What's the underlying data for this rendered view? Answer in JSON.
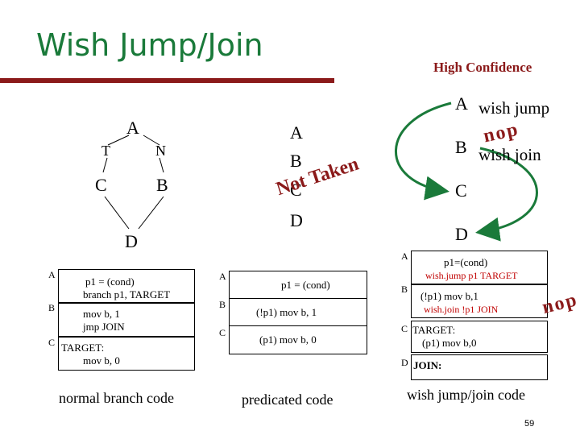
{
  "title": "Wish Jump/Join",
  "confidence": "High Confidence",
  "cfg": {
    "a": "A",
    "t": "T",
    "n": "N",
    "c": "C",
    "b": "B",
    "d": "D"
  },
  "pred_blocks": {
    "a": "A",
    "b": "B",
    "c": "C",
    "d": "D"
  },
  "not_taken": "Not Taken",
  "wish_blocks": {
    "a": "A",
    "b": "B",
    "c": "C",
    "d": "D"
  },
  "wish_jump_label": "wish jump",
  "wish_join_label": "wish join",
  "nop": "nop",
  "normal_code": {
    "label_a": "A",
    "line_a1": "p1 = (cond)",
    "line_a2": "branch p1, TARGET",
    "label_b": "B",
    "line_b1": "mov b, 1",
    "line_b2": "jmp JOIN",
    "label_c": "C",
    "line_c1": "TARGET:",
    "line_c2": "mov b, 0",
    "caption": "normal branch code"
  },
  "pred_code": {
    "label_a": "A",
    "line_a1": "p1 = (cond)",
    "label_b": "B",
    "line_b1": "(!p1) mov b, 1",
    "label_c": "C",
    "line_c1": "(p1) mov b, 0",
    "caption": "predicated code"
  },
  "wish_code": {
    "label_a": "A",
    "line_a1": "p1=(cond)",
    "line_a2": "wish.jump p1 TARGET",
    "label_b": "B",
    "line_b1": "(!p1) mov b,1",
    "line_b2": "wish.join !p1 JOIN",
    "label_c": "C",
    "line_c1": "TARGET:",
    "line_c2": "(p1) mov b,0",
    "label_d": "D",
    "line_d1": "JOIN:",
    "caption": "wish jump/join code"
  },
  "page_number": "59"
}
